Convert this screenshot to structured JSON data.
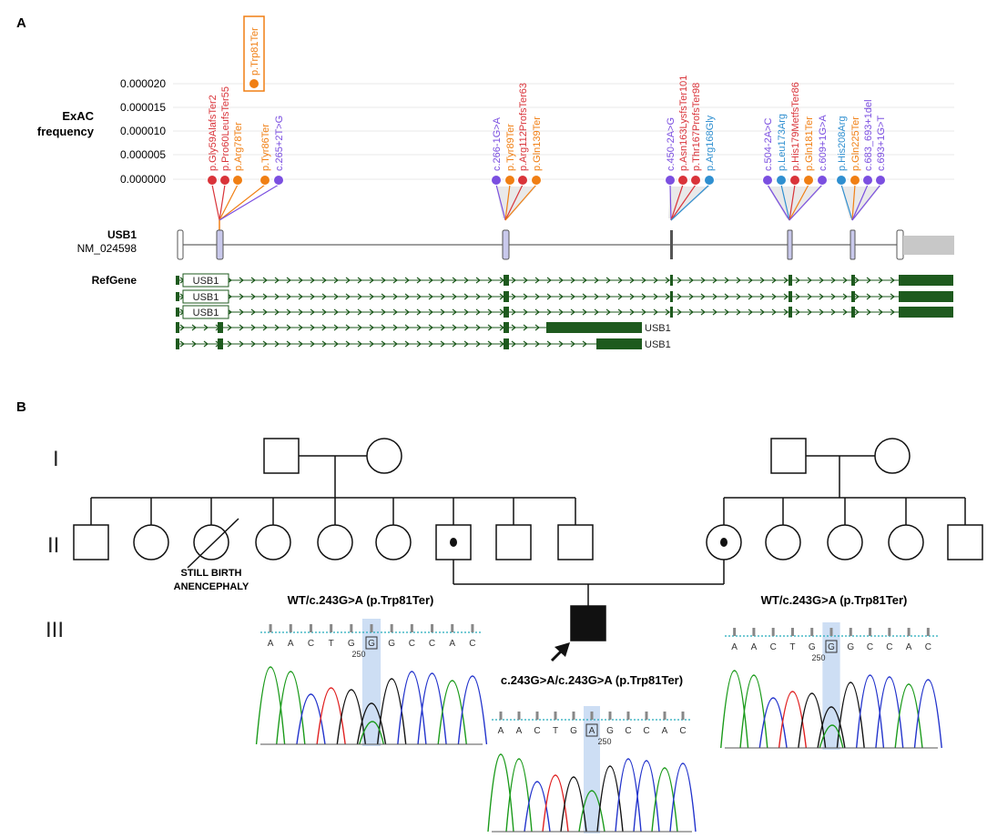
{
  "panel_a": {
    "letter": "A",
    "ylabel_line1": "ExAC",
    "ylabel_line2": "frequency",
    "yticks": [
      "0.000020",
      "0.000015",
      "0.000010",
      "0.000005",
      "0.000000"
    ],
    "highlight_label": "p.Trp81Ter",
    "gene_name": "USB1",
    "transcript": "NM_024598",
    "refgene_label": "RefGene",
    "track_label": "USB1",
    "colors": {
      "red": "#d9343a",
      "orange": "#f07f14",
      "purple": "#7b4fe0",
      "blue": "#2f8fd0",
      "track": "#1e5a1e",
      "exon": "#c9c9ec"
    },
    "variants": [
      {
        "label": "p.Gly59AlafsTer2",
        "color": "red"
      },
      {
        "label": "p.Pro60LeufsTer55",
        "color": "red"
      },
      {
        "label": "p.Arg78Ter",
        "color": "orange"
      },
      {
        "label": "p.Tyr86Ter",
        "color": "orange"
      },
      {
        "label": "c.265+2T>G",
        "color": "purple"
      },
      {
        "label": "c.266-1G>A",
        "color": "purple"
      },
      {
        "label": "p.Tyr89Ter",
        "color": "orange"
      },
      {
        "label": "p.Arg112ProfsTer63",
        "color": "red"
      },
      {
        "label": "p.Gln139Ter",
        "color": "orange"
      },
      {
        "label": "c.450-2A>G",
        "color": "purple"
      },
      {
        "label": "p.Asn163LysfsTer101",
        "color": "red"
      },
      {
        "label": "p.Thr167ProfsTer98",
        "color": "red"
      },
      {
        "label": "p.Arg168Gly",
        "color": "blue"
      },
      {
        "label": "c.504-2A>C",
        "color": "purple"
      },
      {
        "label": "p.Leu173Arg",
        "color": "blue"
      },
      {
        "label": "p.His179MetfsTer86",
        "color": "red"
      },
      {
        "label": "p.Gln181Ter",
        "color": "orange"
      },
      {
        "label": "c.609+1G>A",
        "color": "purple"
      },
      {
        "label": "p.His208Arg",
        "color": "blue"
      },
      {
        "label": "p.Gln225Ter",
        "color": "orange"
      },
      {
        "label": "c.683_693+1del",
        "color": "purple"
      },
      {
        "label": "c.693+1G>T",
        "color": "purple"
      }
    ]
  },
  "panel_b": {
    "letter": "B",
    "generations": [
      "I",
      "II",
      "III"
    ],
    "stillbirth_line1": "STILL BIRTH",
    "stillbirth_line2": "ANENCEPHALY",
    "father_genotype": "WT/c.243G>A (p.Trp81Ter)",
    "mother_genotype": "WT/c.243G>A (p.Trp81Ter)",
    "proband_genotype": "c.243G>A/c.243G>A (p.Trp81Ter)",
    "seq_wt": [
      "A",
      "A",
      "C",
      "T",
      "G",
      "G",
      "G",
      "C",
      "C",
      "A",
      "C"
    ],
    "seq_hom": [
      "A",
      "A",
      "C",
      "T",
      "G",
      "A",
      "G",
      "C",
      "C",
      "A",
      "C"
    ],
    "position_label": "250"
  }
}
